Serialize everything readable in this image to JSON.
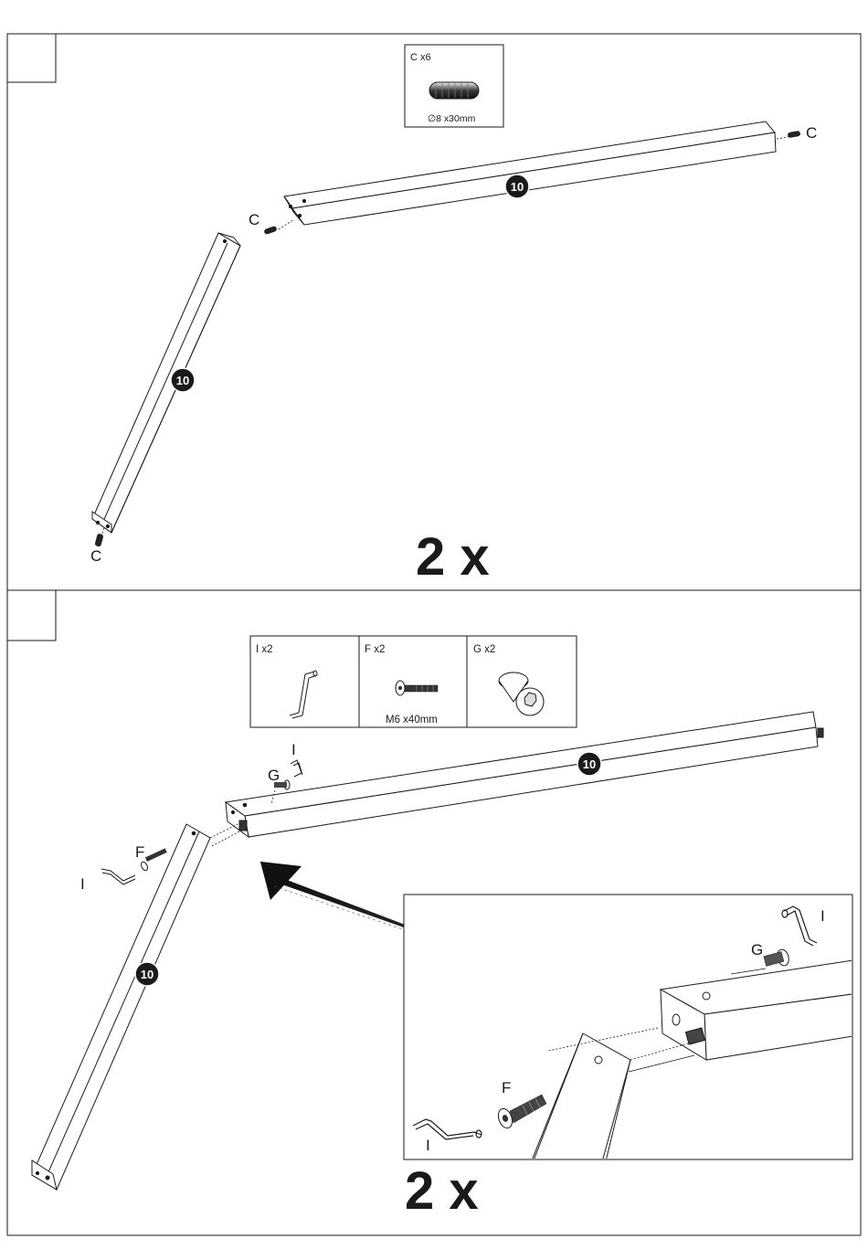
{
  "step1": {
    "parts_box": {
      "label": "C  x6",
      "spec": "∅8 x30mm"
    },
    "part_number": "10",
    "callouts": {
      "dowel_top_right": "C",
      "dowel_mid": "C",
      "dowel_bottom": "C"
    },
    "multiplier": "2 x"
  },
  "step2": {
    "parts_box": [
      {
        "label": "I  x2",
        "spec": ""
      },
      {
        "label": "F  x2",
        "spec": "M6 x40mm"
      },
      {
        "label": "G  x2",
        "spec": ""
      }
    ],
    "part_number": "10",
    "callouts": {
      "key_top": "I",
      "nut_top": "G",
      "bolt_left": "F",
      "key_left": "I"
    },
    "detail_callouts": {
      "key_right": "I",
      "nut": "G",
      "bolt": "F",
      "key_left": "I"
    },
    "multiplier": "2 x"
  },
  "colors": {
    "line": "#1a1a1a",
    "badge": "#1a1a1a",
    "paper": "#ffffff"
  }
}
